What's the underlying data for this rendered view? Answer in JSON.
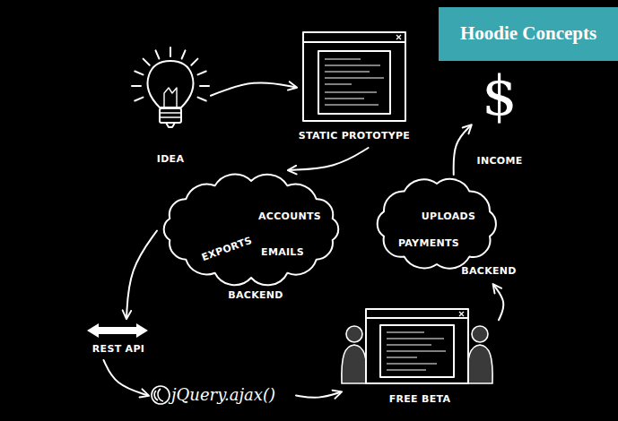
{
  "diagram": {
    "nodes": [
      {
        "text": [
          "IDEA"
        ]
      },
      {
        "text": [
          "STATIC PROTOTYPE"
        ]
      },
      {
        "text": [
          "$",
          "INCOME"
        ]
      },
      {
        "text": [
          "ACCOUNTS",
          "EMAILS",
          "EXPORTS",
          "BACKEND"
        ]
      },
      {
        "text": [
          "UPLOADS",
          "PAYMENTS",
          "BACKEND"
        ]
      },
      {
        "text": [
          "REST API"
        ]
      },
      {
        "text": [
          "jQuery.ajax()"
        ]
      },
      {
        "text": [
          "FREE BETA"
        ]
      },
      {
        "text": [
          "Hoodie Concepts"
        ]
      }
    ],
    "edges": [
      {
        "from": 0,
        "to": 1,
        "arrow": "to"
      },
      {
        "from": 1,
        "to": 3,
        "arrow": "to"
      },
      {
        "from": 3,
        "to": 5,
        "arrow": "to"
      },
      {
        "from": 5,
        "to": 6,
        "arrow": "to"
      },
      {
        "from": 6,
        "to": 7,
        "arrow": "to"
      },
      {
        "from": 7,
        "to": 4,
        "arrow": "to"
      },
      {
        "from": 4,
        "to": 2,
        "arrow": "to"
      }
    ]
  }
}
